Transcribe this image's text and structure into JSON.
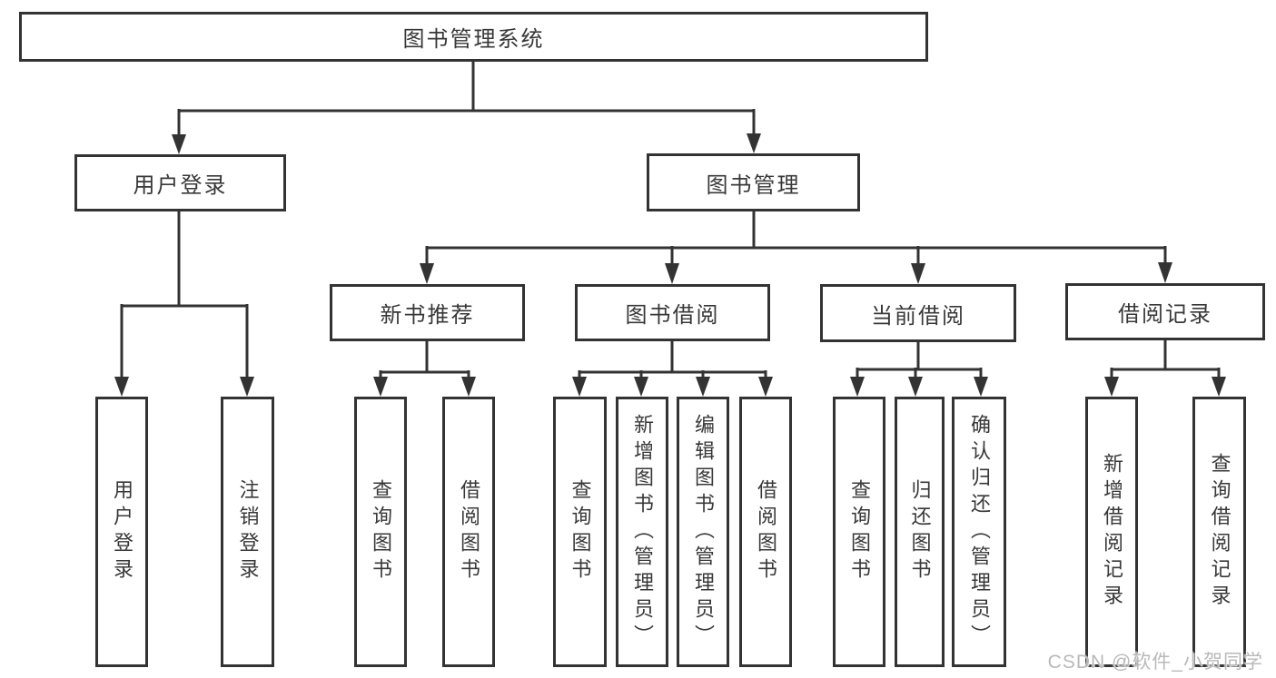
{
  "diagram": {
    "root": {
      "label": "图书管理系统"
    },
    "level2": [
      {
        "label": "用户登录"
      },
      {
        "label": "图书管理"
      }
    ],
    "level3": [
      {
        "label": "新书推荐"
      },
      {
        "label": "图书借阅"
      },
      {
        "label": "当前借阅"
      },
      {
        "label": "借阅记录"
      }
    ],
    "leaves": [
      {
        "label": "用户登录"
      },
      {
        "label": "注销登录"
      },
      {
        "label": "查询图书"
      },
      {
        "label": "借阅图书"
      },
      {
        "label": "查询图书"
      },
      {
        "label": "新增图书（管理员）"
      },
      {
        "label": "编辑图书（管理员）"
      },
      {
        "label": "借阅图书"
      },
      {
        "label": "查询图书"
      },
      {
        "label": "归还图书"
      },
      {
        "label": "确认归还（管理员）"
      },
      {
        "label": "新增借阅记录"
      },
      {
        "label": "查询借阅记录"
      }
    ]
  },
  "watermark": {
    "text": "CSDN @软件_小贺同学"
  },
  "colors": {
    "line": "#333333",
    "background": "#ffffff",
    "box_text": "#383838",
    "watermark": "#b9b9b9"
  }
}
